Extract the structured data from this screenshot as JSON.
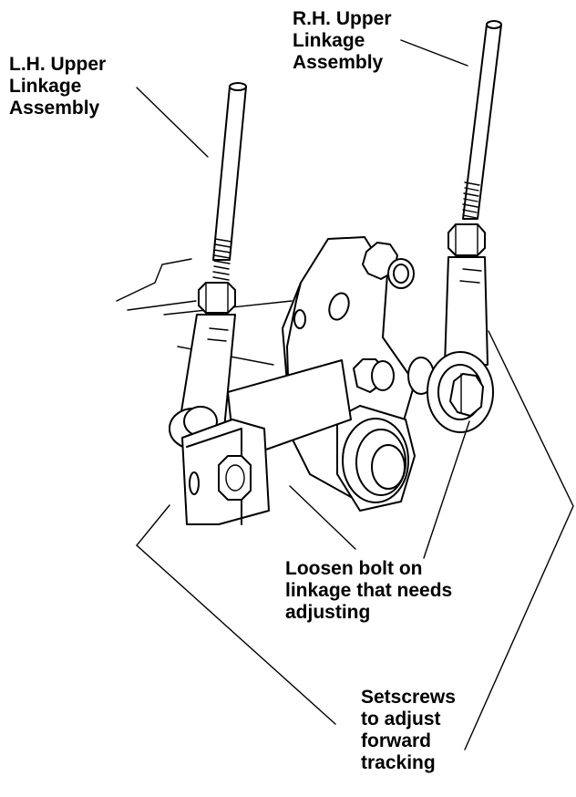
{
  "labels": {
    "lh_upper_linkage": "L.H. Upper\nLinkage\nAssembly",
    "rh_upper_linkage": "R.H. Upper\nLinkage\nAssembly",
    "loosen_bolt": "Loosen bolt on\nlinkage that needs\nadjusting",
    "setscrews": "Setscrews\nto adjust\nforward\ntracking"
  },
  "colors": {
    "ink": "#000000",
    "background": "#ffffff"
  }
}
